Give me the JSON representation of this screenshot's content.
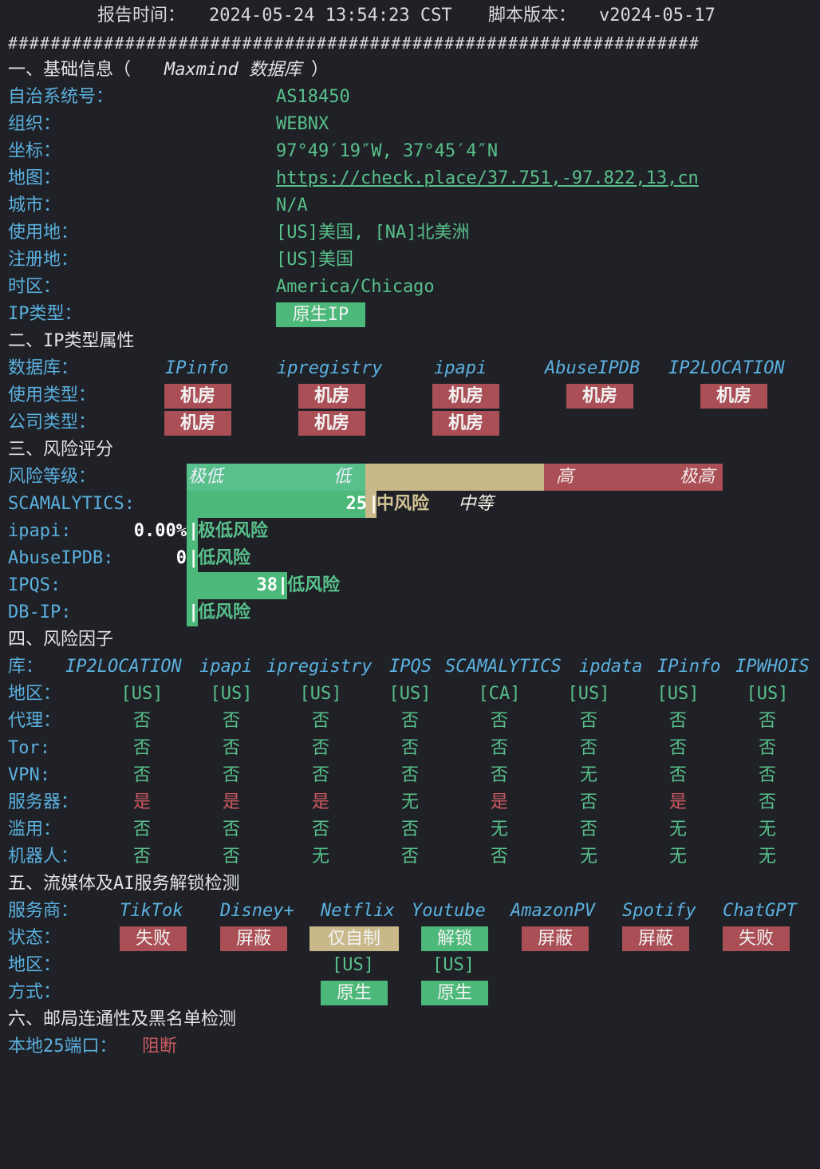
{
  "header": {
    "report_time_label": "报告时间：",
    "report_time": "2024-05-24 13:54:23 CST",
    "script_version_label": "脚本版本：",
    "script_version": "v2024-05-17",
    "divider": "#################################################################"
  },
  "section1": {
    "title": "一、基础信息（",
    "db_name": "Maxmind 数据库",
    "title_end": "）",
    "rows": [
      {
        "label": "自治系统号：",
        "value": "AS18450"
      },
      {
        "label": "组织：",
        "value": "WEBNX"
      },
      {
        "label": "坐标：",
        "value": "97°49′19″W, 37°45′4″N"
      },
      {
        "label": "地图：",
        "value": "https://check.place/37.751,-97.822,13,cn"
      },
      {
        "label": "城市：",
        "value": "N/A"
      },
      {
        "label": "使用地：",
        "value": "[US]美国, [NA]北美洲"
      },
      {
        "label": "注册地：",
        "value": "[US]美国"
      },
      {
        "label": "时区：",
        "value": "America/Chicago"
      },
      {
        "label": "IP类型：",
        "value": "原生IP"
      }
    ]
  },
  "section2": {
    "title": "二、IP类型属性",
    "db_label": "数据库：",
    "dbs": [
      "IPinfo",
      "ipregistry",
      "ipapi",
      "AbuseIPDB",
      "IP2LOCATION"
    ],
    "usage_label": "使用类型：",
    "usage": [
      "机房",
      "机房",
      "机房",
      "机房",
      "机房"
    ],
    "company_label": "公司类型：",
    "company": [
      "机房",
      "机房",
      "机房"
    ]
  },
  "section3": {
    "title": "三、风险评分",
    "level_label": "风险等级：",
    "levels": {
      "very_low": "极低",
      "low": "低",
      "medium": "中等",
      "high": "高",
      "very_high": "极高"
    },
    "scores": [
      {
        "name": "SCAMALYTICS:",
        "value": "25",
        "verdict": "中风险",
        "fraction": 0.25
      },
      {
        "name": "ipapi:",
        "value": "0.00%",
        "verdict": "极低风险",
        "fraction": 0.0
      },
      {
        "name": "AbuseIPDB:",
        "value": "0",
        "verdict": "低风险",
        "fraction": 0.0
      },
      {
        "name": "IPQS:",
        "value": "38",
        "verdict": "低风险",
        "fraction": 0.38
      },
      {
        "name": "DB-IP:",
        "value": "",
        "verdict": "低风险",
        "fraction": 0.0
      }
    ]
  },
  "section4": {
    "title": "四、风险因子",
    "lib_label": "库：",
    "libs": [
      "IP2LOCATION",
      "ipapi",
      "ipregistry",
      "IPQS",
      "SCAMALYTICS",
      "ipdata",
      "IPinfo",
      "IPWHOIS"
    ],
    "rows": [
      {
        "label": "地区：",
        "values": [
          "[US]",
          "[US]",
          "[US]",
          "[US]",
          "[CA]",
          "[US]",
          "[US]",
          "[US]"
        ]
      },
      {
        "label": "代理：",
        "values": [
          "否",
          "否",
          "否",
          "否",
          "否",
          "否",
          "否",
          "否"
        ]
      },
      {
        "label": "Tor:",
        "values": [
          "否",
          "否",
          "否",
          "否",
          "否",
          "否",
          "否",
          "否"
        ]
      },
      {
        "label": "VPN:",
        "values": [
          "否",
          "否",
          "否",
          "否",
          "否",
          "无",
          "否",
          "否"
        ]
      },
      {
        "label": "服务器：",
        "values": [
          "是",
          "是",
          "是",
          "无",
          "是",
          "否",
          "是",
          "否"
        ]
      },
      {
        "label": "滥用：",
        "values": [
          "否",
          "否",
          "否",
          "否",
          "无",
          "否",
          "无",
          "无"
        ]
      },
      {
        "label": "机器人：",
        "values": [
          "否",
          "否",
          "无",
          "否",
          "否",
          "无",
          "无",
          "无"
        ]
      }
    ]
  },
  "section5": {
    "title": "五、流媒体及AI服务解锁检测",
    "provider_label": "服务商：",
    "providers": [
      "TikTok",
      "Disney+",
      "Netflix",
      "Youtube",
      "AmazonPV",
      "Spotify",
      "ChatGPT"
    ],
    "status_label": "状态：",
    "status": [
      "失败",
      "屏蔽",
      "仅自制",
      "解锁",
      "屏蔽",
      "屏蔽",
      "失败"
    ],
    "region_label": "地区：",
    "regions": [
      "",
      "",
      "[US]",
      "[US]",
      "",
      "",
      ""
    ],
    "method_label": "方式：",
    "methods": [
      "",
      "",
      "原生",
      "原生",
      "",
      "",
      ""
    ]
  },
  "section6": {
    "title": "六、邮局连通性及黑名单检测",
    "port_label": "本地25端口：",
    "port_value": "阻断"
  },
  "colors": {
    "background": "#1f2127",
    "cyan": "#5bb0de",
    "green": "#58c08a",
    "red": "#c9595f",
    "yellow": "#c9b98a",
    "box_red": "#a94f55",
    "box_green": "#4cb879"
  }
}
